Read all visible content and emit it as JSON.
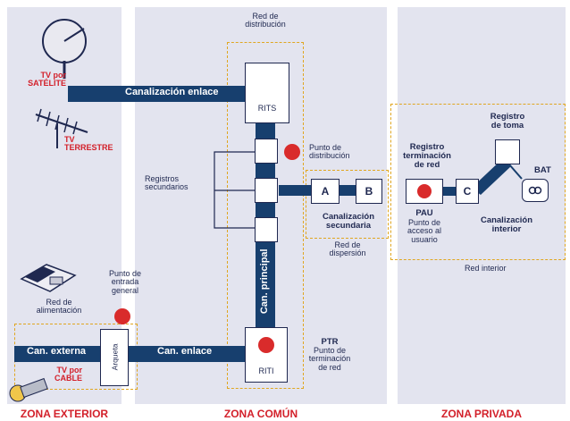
{
  "zones": {
    "exterior": "ZONA EXTERIOR",
    "comun": "ZONA COMÚN",
    "privada": "ZONA PRIVADA"
  },
  "labels": {
    "tv_satelite_1": "TV por",
    "tv_satelite_2": "SATÉLITE",
    "tv_terrestre_1": "TV",
    "tv_terrestre_2": "TERRESTRE",
    "red_distribucion_1": "Red de",
    "red_distribucion_2": "distribución",
    "canalizacion_enlace": "Canalización enlace",
    "rits": "RITS",
    "punto_distribucion_1": "Punto de",
    "punto_distribucion_2": "distribución",
    "registros_secundarios_1": "Registros",
    "registros_secundarios_2": "secundarios",
    "box_a": "A",
    "box_b": "B",
    "canalizacion_secundaria_1": "Canalización",
    "canalizacion_secundaria_2": "secundaria",
    "red_dispersion_1": "Red de",
    "red_dispersion_2": "dispersión",
    "registro_terminacion_1": "Registro",
    "registro_terminacion_2": "terminación",
    "registro_terminacion_3": "de red",
    "registro_toma_1": "Registro",
    "registro_toma_2": "de toma",
    "box_c": "C",
    "bat": "BAT",
    "pau": "PAU",
    "pau_desc_1": "Punto de",
    "pau_desc_2": "acceso al",
    "pau_desc_3": "usuario",
    "canalizacion_interior_1": "Canalización",
    "canalizacion_interior_2": "interior",
    "red_interior": "Red interior",
    "punto_entrada_1": "Punto de",
    "punto_entrada_2": "entrada",
    "punto_entrada_3": "general",
    "red_alimentacion_1": "Red de",
    "red_alimentacion_2": "alimentación",
    "can_externa": "Can. externa",
    "arqueta": "Arqueta",
    "can_enlace": "Can. enlace",
    "can_principal": "Can. principal",
    "riti": "RITI",
    "ptr": "PTR",
    "ptr_desc_1": "Punto de",
    "ptr_desc_2": "terminación",
    "ptr_desc_3": "de red",
    "tv_cable_1": "TV por",
    "tv_cable_2": "CABLE"
  },
  "colors": {
    "zone_bg": "#e3e4ef",
    "pipe": "#173f6e",
    "dashed": "#e0a620",
    "accent_red": "#d3202a",
    "text": "#1f2850"
  }
}
